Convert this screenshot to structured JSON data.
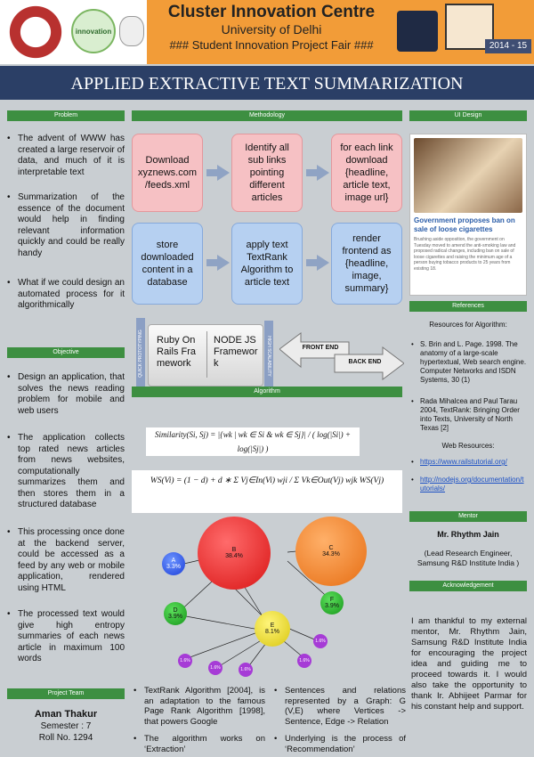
{
  "header": {
    "title": "Cluster Innovation Centre",
    "university": "University of Delhi",
    "fair": "### Student Innovation Project Fair ###",
    "year": "2014 - 15",
    "logo_innovation": "innovation"
  },
  "poster_title": "APPLIED EXTRACTIVE TEXT SUMMARIZATION",
  "problem": {
    "heading": "Problem",
    "bullets": [
      "The advent of WWW has created a large reservoir of data, and much of it is interpretable text",
      "Summarization of the essence of the document would help in finding relevant information quickly and could be really handy",
      "What if we could design an automated process for it algorithmically"
    ]
  },
  "objective": {
    "heading": "Objective",
    "bullets": [
      "Design an application, that solves the news reading problem for mobile and web users",
      "The application collects top rated news articles from news websites, computationally summarizes them and then stores them in a structured database",
      "This processing once done at the backend server, could be accessed as a feed by any web or mobile application, rendered using HTML",
      "The processed text would give high entropy summaries of each news article in maximum 100 words"
    ]
  },
  "team": {
    "heading": "Project Team",
    "name": "Aman Thakur",
    "semester": "Semester : 7",
    "roll": "Roll No. 1294"
  },
  "methodology": {
    "heading": "Methodology",
    "row1": [
      "Download xyznews.com /feeds.xml",
      "Identify all sub links pointing different articles",
      "for each link download {headline, article text, image url}"
    ],
    "row2": [
      "store downloaded content in a database",
      "apply text TextRank Algorithm to article text",
      "render frontend as {headline, image, summary}"
    ],
    "stack_ruby": "Ruby On Rails Framework",
    "stack_node": "NODE JS Framework",
    "quick": "QUICK PROTOTYPING",
    "scal": "HIGH SCALABILITY",
    "front": "FRONT END",
    "back": "BACK END"
  },
  "algorithm": {
    "heading": "Algorithm",
    "similarity": "Similarity(Si, Sj) = |{wk | wk ∈ Si & wk ∈ Sj}| / ( log(|Si|) + log(|Sj|) )",
    "ws": "WS(Vi) = (1 − d) + d ∗ Σ Vj∈In(Vi)  wji / Σ Vk∈Out(Vj) wjk  WS(Vj)",
    "nodes": [
      {
        "id": "A",
        "pct": "3.3%"
      },
      {
        "id": "B",
        "pct": "38.4%"
      },
      {
        "id": "C",
        "pct": "34.3%"
      },
      {
        "id": "D",
        "pct": "3.9%"
      },
      {
        "id": "E",
        "pct": "8.1%"
      },
      {
        "id": "F",
        "pct": "3.9%"
      }
    ],
    "small_pct": "1.6%",
    "bullets_left": [
      "TextRank Algorithm [2004], is an adaptation to the famous Page Rank Algorithm [1998], that powers Google",
      "The algorithm works on ‘Extraction’"
    ],
    "bullets_right": [
      "Sentences and relations represented by a Graph: G (V,E) where Vertices -> Sentence, Edge -> Relation",
      "Underlying is the process of ‘Recommendation’"
    ]
  },
  "ui_design": {
    "heading": "UI Design",
    "headline": "Government proposes ban on sale of loose cigarettes",
    "body": "Brushing aside opposition, the government on Tuesday moved to amend the anti-smoking law and proposed radical changes, including ban on sale of loose cigarettes and raising the minimum age of a person buying tobacco products to 25 years from existing 18."
  },
  "references": {
    "heading": "References",
    "algo_title": "Resources for Algorithm:",
    "items": [
      "S. Brin and L. Page. 1998. The anatomy of a large-scale hypertextual, Web search engine. Computer Networks and ISDN Systems, 30 (1)",
      "Rada Mihalcea and Paul Tarau 2004, TextRank: Bringing Order into Texts, University of North Texas [2]"
    ],
    "web_title": "Web Resources:",
    "links": [
      "https://www.railstutorial.org/",
      "http://nodejs.org/documentation/tutorials/"
    ]
  },
  "mentor": {
    "heading": "Mentor",
    "name": "Mr. Rhythm Jain",
    "role": "(Lead Research Engineer, Samsung R&D Institute India )"
  },
  "ack": {
    "heading": "Acknowledgement",
    "text": "I am thankful to my external mentor, Mr. Rhythm Jain, Samsung R&D Institute India for encouraging the project idea and guiding me to proceed towards it. I would also take the opportunity to thank Ir. Abhijeet Parmar for his constant help and support."
  }
}
